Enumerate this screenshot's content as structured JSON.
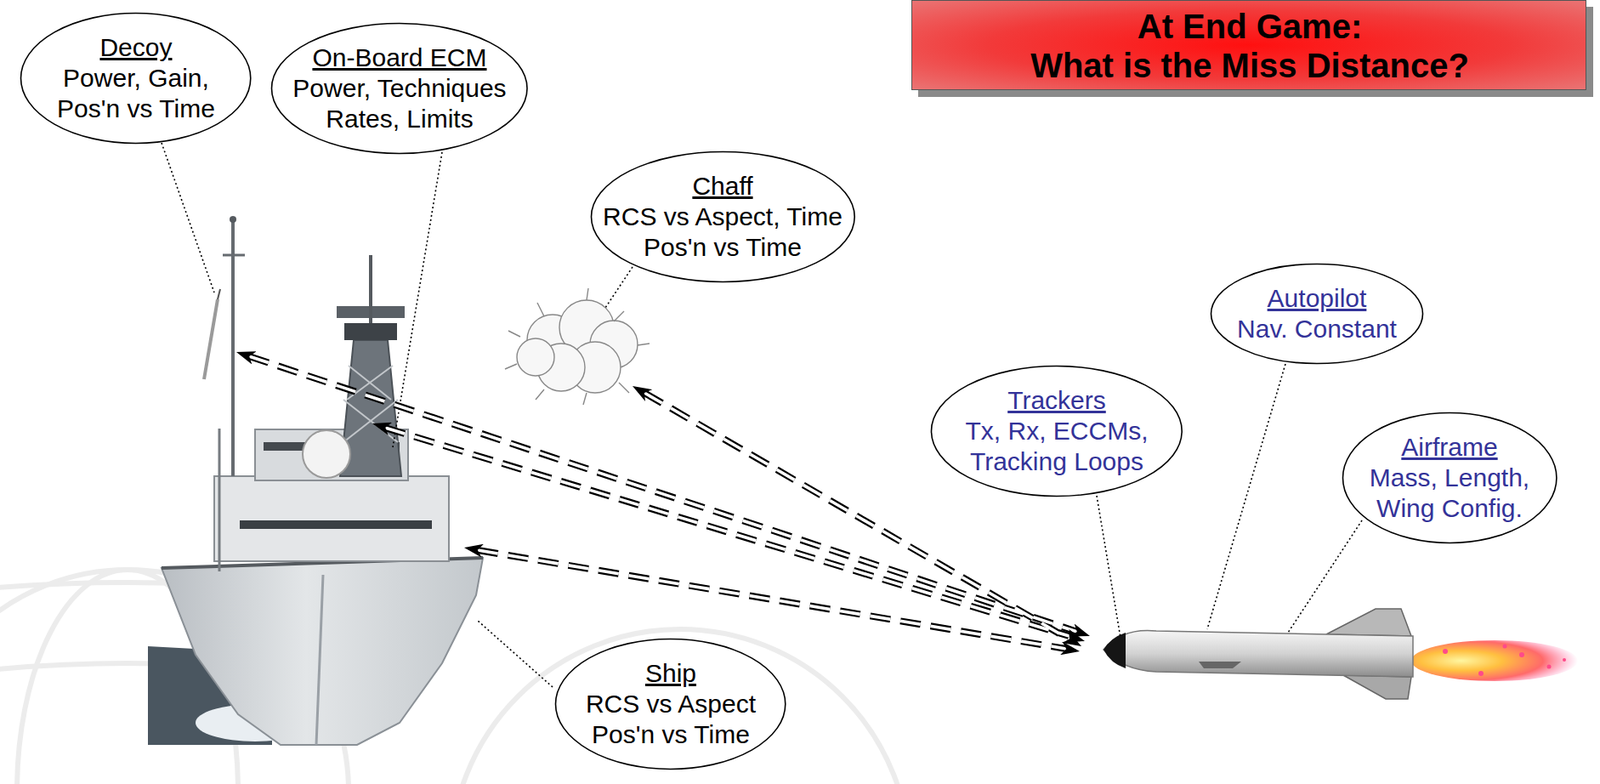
{
  "diagram": {
    "nodes": [
      {
        "text": [
          "Decoy",
          "Power, Gain, Pos'n vs Time"
        ]
      },
      {
        "text": [
          "On-Board ECM",
          "Power, Techniques Rates, Limits"
        ]
      },
      {
        "text": [
          "At End Game:",
          "What is the Miss Distance?"
        ]
      },
      {
        "text": [
          "Chaff",
          "RCS vs Aspect, Time Pos'n vs Time"
        ]
      },
      {
        "text": [
          "Autopilot",
          "Nav. Constant"
        ]
      },
      {
        "text": [
          "Trackers",
          "Tx, Rx, ECCMs, Tracking Loops"
        ]
      },
      {
        "text": [
          "Airframe",
          "Mass, Length, Wing Config."
        ]
      },
      {
        "text": [
          "Ship",
          "RCS vs Aspect Pos'n vs Time"
        ]
      }
    ]
  }
}
